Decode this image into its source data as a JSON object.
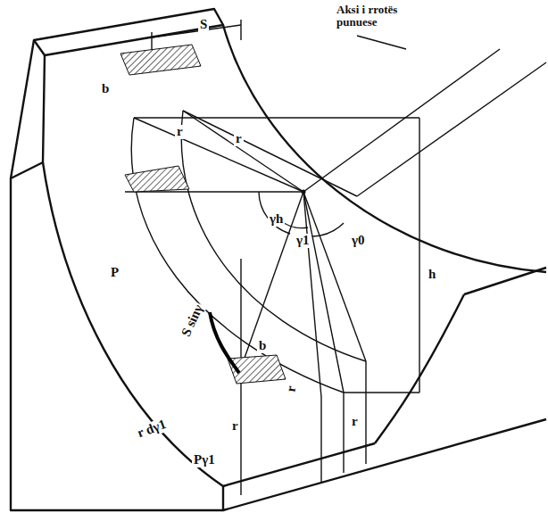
{
  "diagram": {
    "labels": [
      "Aksi i rrotës punuese",
      "S",
      "b",
      "r",
      "r",
      "γh",
      "γ1",
      "γ0",
      "h",
      "P",
      "S sinγ",
      "b",
      "r dγ1",
      "Pγ1",
      "r",
      "r",
      "r"
    ]
  }
}
